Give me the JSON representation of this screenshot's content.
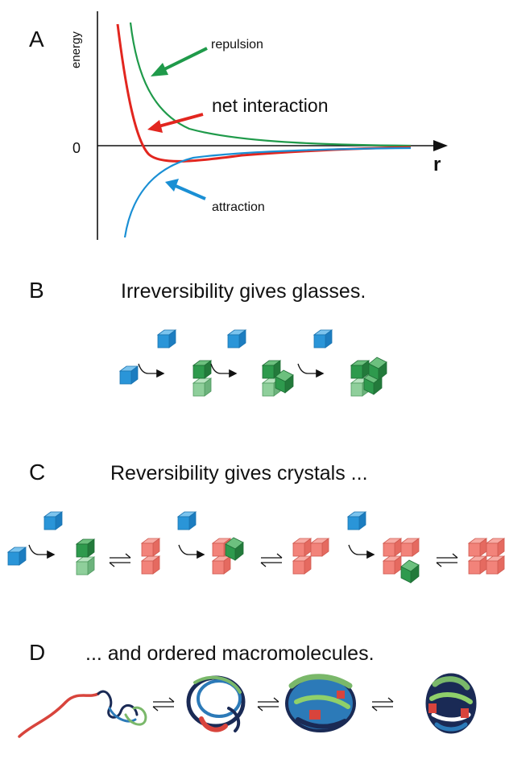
{
  "panel_a": {
    "letter": "A",
    "y_axis_label": "energy",
    "x_axis_label": "r",
    "zero_label": "0",
    "labels": {
      "repulsion": "repulsion",
      "net": "net interaction",
      "attraction": "attraction"
    },
    "colors": {
      "repulsion": "#1f9a4a",
      "net": "#e2261f",
      "attraction": "#1a8fd4"
    }
  },
  "panel_b": {
    "letter": "B",
    "title": "Irreversibility gives glasses."
  },
  "panel_c": {
    "letter": "C",
    "title": "Reversibility gives crystals ..."
  },
  "panel_d": {
    "letter": "D",
    "title": "... and ordered macromolecules."
  },
  "colors": {
    "blue_cube": "#2a95d8",
    "green_cube": "#2e9a4d",
    "light_green_cube": "#8fcf9b",
    "red_cube": "#f2837a"
  }
}
